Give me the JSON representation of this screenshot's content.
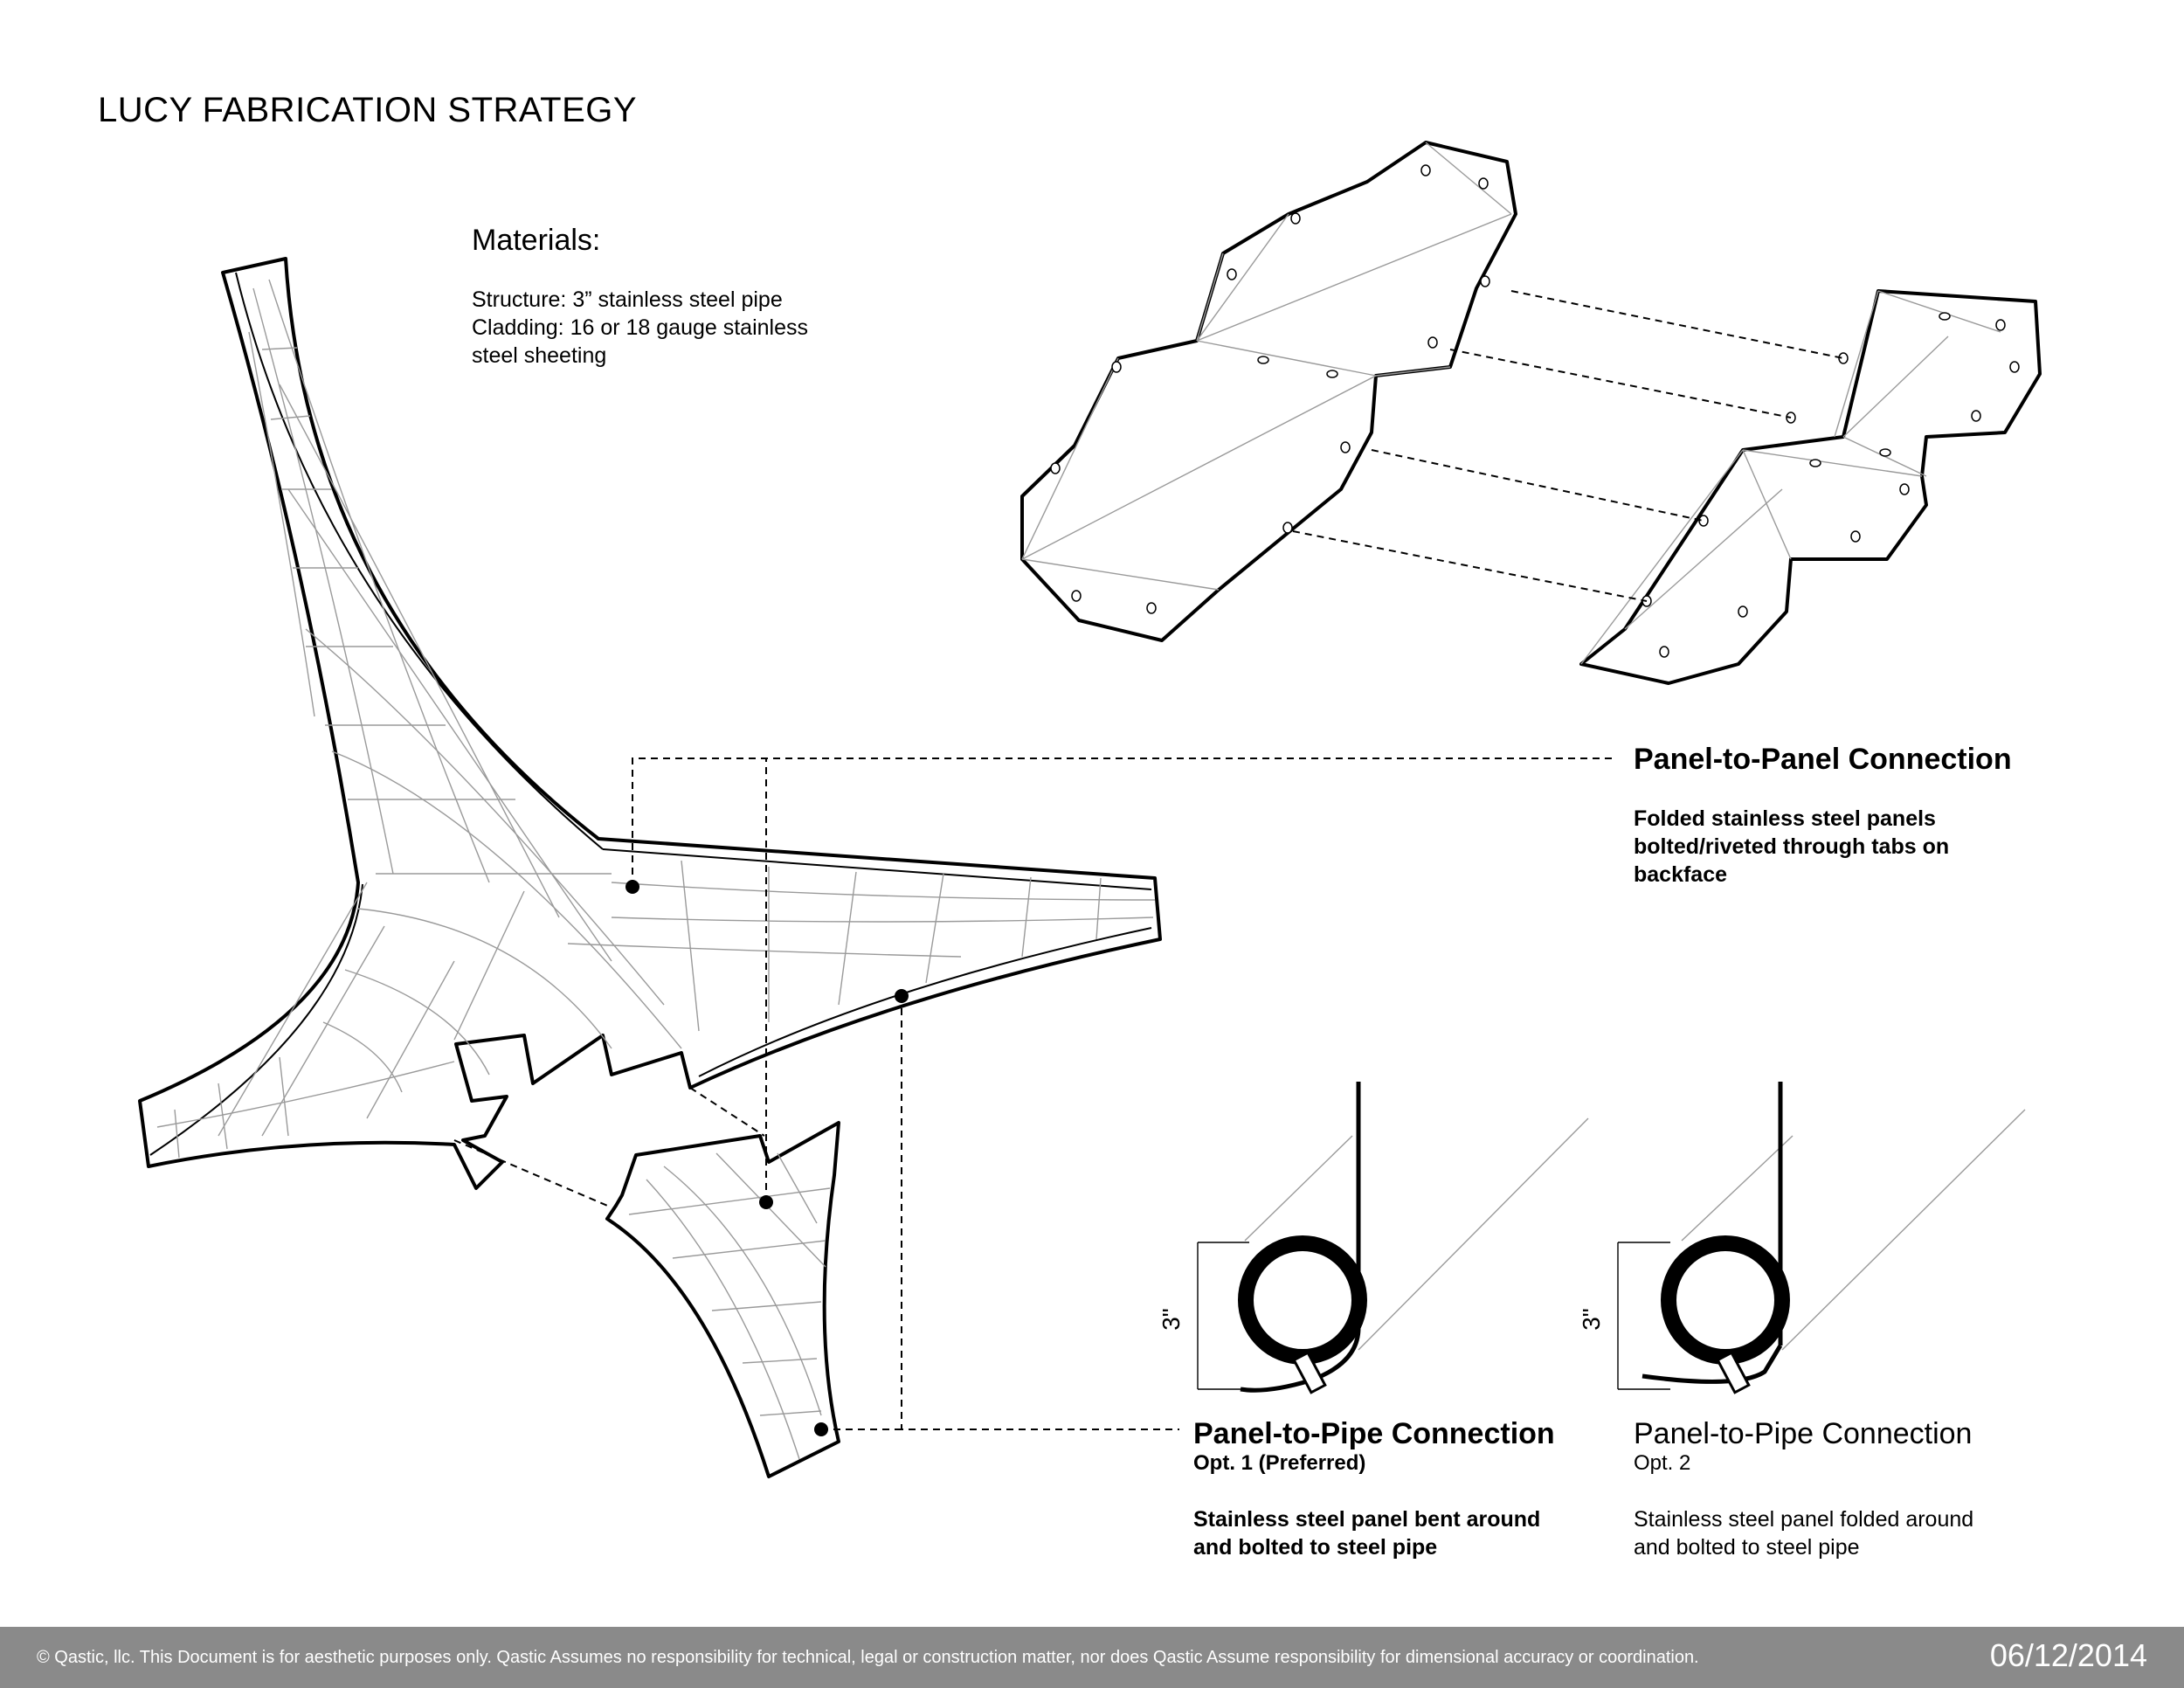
{
  "title": "LUCY FABRICATION STRATEGY",
  "materials": {
    "heading": "Materials:",
    "lines": [
      "Structure: 3” stainless steel pipe",
      "Cladding: 16 or 18 gauge stainless",
      "steel sheeting"
    ]
  },
  "panel_to_panel": {
    "title": "Panel-to-Panel Connection",
    "description": [
      "Folded stainless steel panels",
      "bolted/riveted through tabs on",
      "backface"
    ]
  },
  "pipe_option_1": {
    "title": "Panel-to-Pipe Connection",
    "subtitle": "Opt. 1 (Preferred)",
    "description": [
      "Stainless steel panel bent around",
      "and bolted to steel pipe"
    ],
    "dimension": "3\""
  },
  "pipe_option_2": {
    "title": "Panel-to-Pipe Connection",
    "subtitle": "Opt. 2",
    "description": [
      "Stainless steel panel folded around",
      "and bolted to steel pipe"
    ],
    "dimension": "3\""
  },
  "footer": {
    "disclaimer": "© Qastic, llc. This Document is for aesthetic purposes only. Qastic Assumes no responsibility for technical, legal or construction matter, nor does Qastic Assume responsibility for dimensional accuracy or coordination.",
    "date": "06/12/2014"
  }
}
